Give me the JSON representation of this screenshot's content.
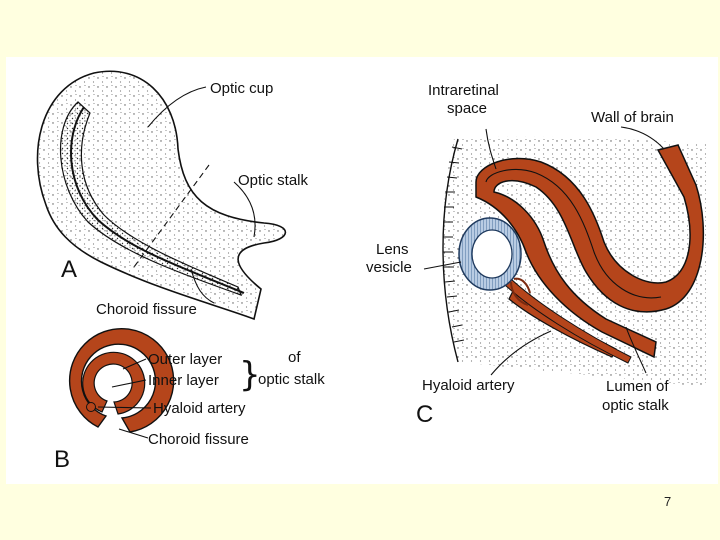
{
  "panels": {
    "a": {
      "letter": "A",
      "labels": {
        "optic_cup": "Optic cup",
        "optic_stalk": "Optic stalk",
        "choroid_fissure": "Choroid fissure"
      }
    },
    "b": {
      "letter": "B",
      "labels": {
        "outer_layer": "Outer layer",
        "inner_layer": "Inner layer",
        "of": "of",
        "optic_stalk": "optic stalk",
        "hyaloid_artery": "Hyaloid artery",
        "choroid_fissure": "Choroid fissure"
      }
    },
    "c": {
      "letter": "C",
      "labels": {
        "intraretinal_line1": "Intraretinal",
        "intraretinal_line2": "space",
        "wall_of_brain": "Wall of brain",
        "lens_line1": "Lens",
        "lens_line2": "vesicle",
        "hyaloid_artery": "Hyaloid artery",
        "lumen_line1": "Lumen of",
        "lumen_line2": "optic stalk"
      }
    }
  },
  "slide_number": "7",
  "colors": {
    "background": "#FFFFE0",
    "tissue": "#B5451B",
    "lens": "#8FA8C8"
  }
}
